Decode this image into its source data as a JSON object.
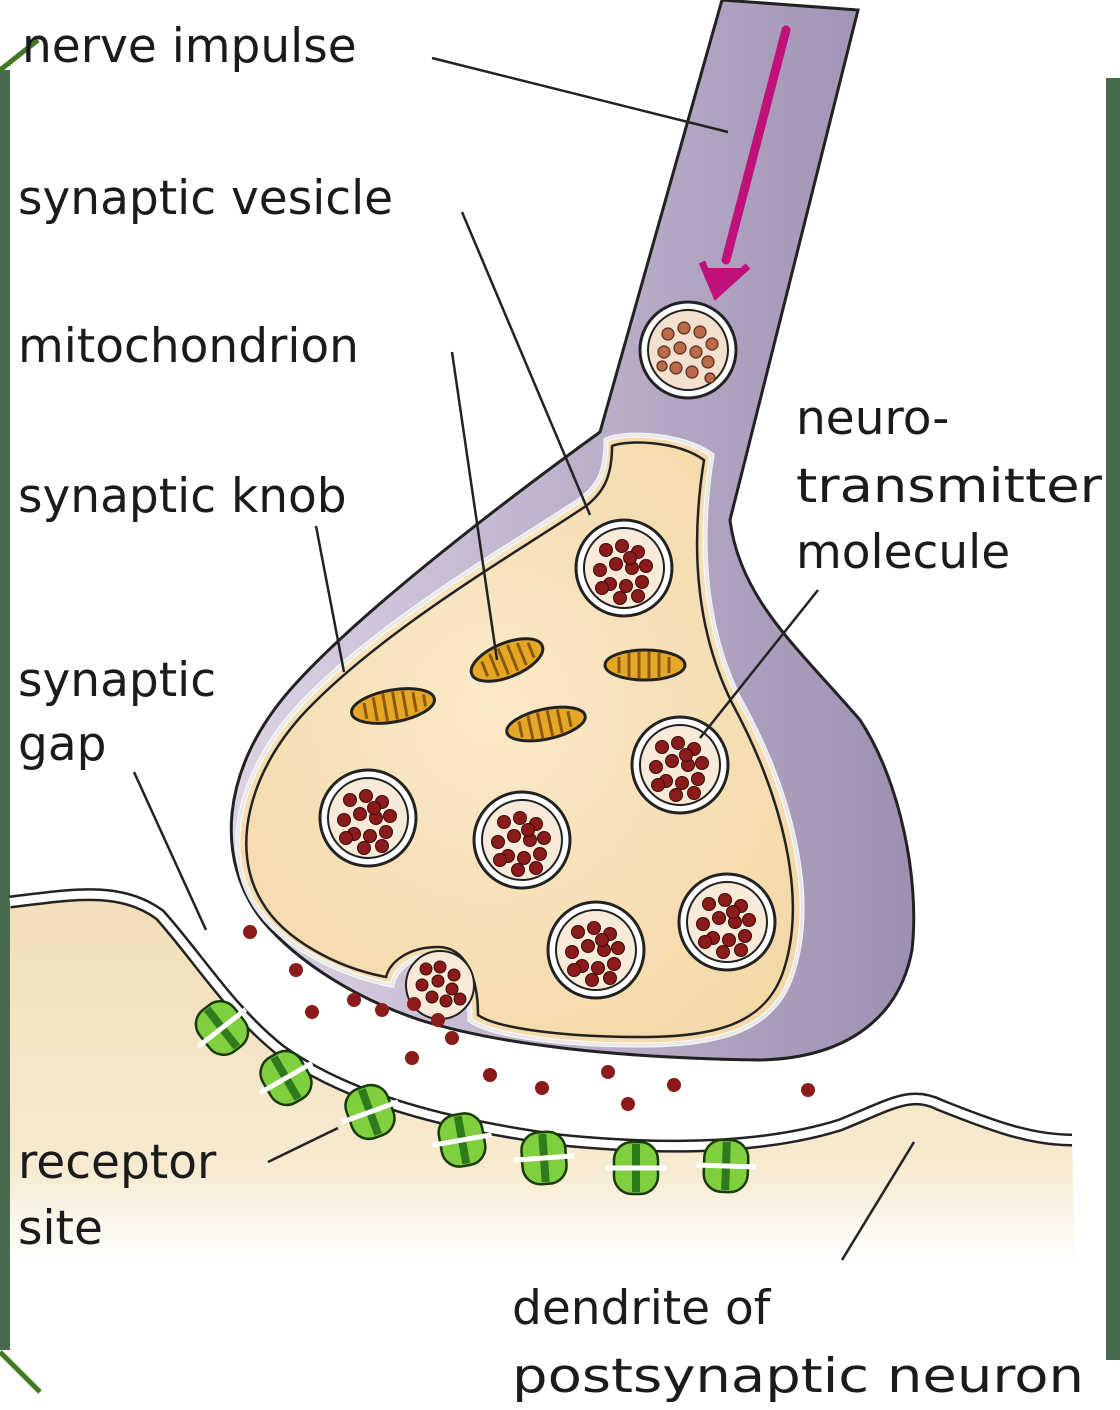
{
  "labels": {
    "nerve_impulse": "nerve impulse",
    "synaptic_vesicle": "synaptic vesicle",
    "mitochondrion": "mitochondrion",
    "synaptic_knob": "synaptic knob",
    "synaptic_gap_line1": "synaptic",
    "synaptic_gap_line2": "gap",
    "neurotransmitter_line1": "neuro-",
    "neurotransmitter_line2": "transmitter",
    "neurotransmitter_line3": "molecule",
    "receptor_site_line1": "receptor",
    "receptor_site_line2": "site",
    "dendrite_line1": "dendrite of",
    "dendrite_line2": "postsynaptic neuron"
  },
  "colors": {
    "axon": "#c9bfd3",
    "axon_dark": "#8e7fa3",
    "knob_fill": "#f6ddb3",
    "dendrite_fill": "#f3e6c6",
    "membrane": "#ffffff",
    "outline": "#222222",
    "impulse_arrow": "#c0117a",
    "molecule": "#8b1a1a",
    "vesicle_fill": "#f7ead8",
    "mitochondrion": "#e3a321",
    "receptor": "#7fcf3f",
    "receptor_dark": "#2f7a1d",
    "frame": "#4a6a4f"
  }
}
